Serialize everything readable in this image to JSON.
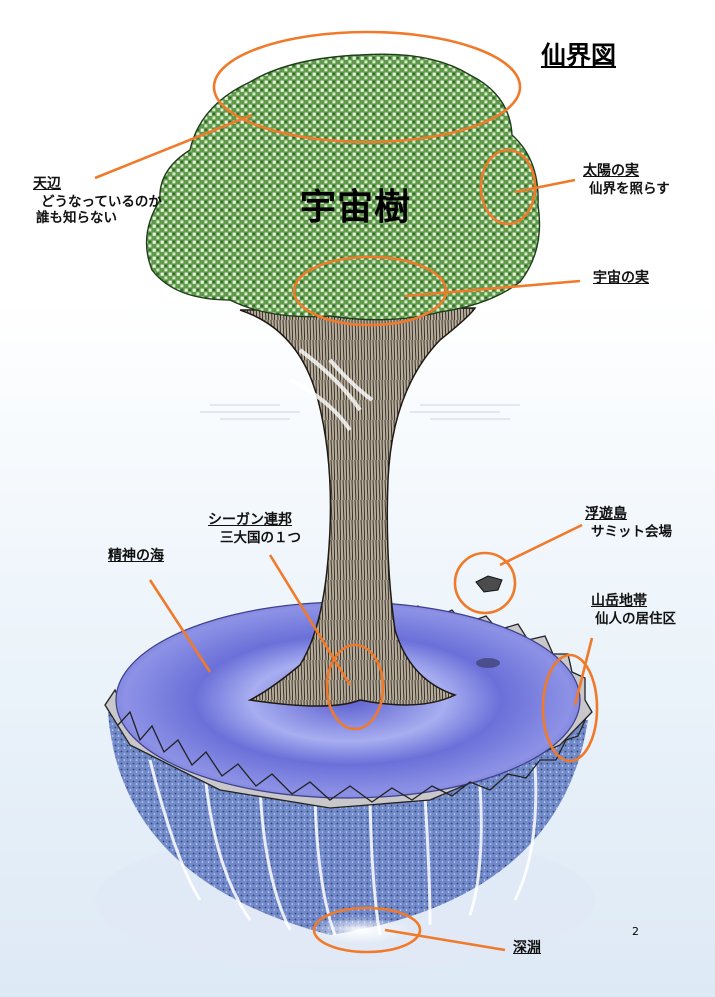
{
  "title": "仙界図",
  "tree_name": "宇宙樹",
  "page_number": "2",
  "colors": {
    "leader": "#f07a2a",
    "canopy": "#4f8f3e",
    "sea": "#6f74d6",
    "trunk": "#8a8070",
    "abyss": "#3b58a8"
  },
  "labels": {
    "tenpen": {
      "heading": "天辺",
      "lines": [
        "どうなっているのか",
        "誰も知らない"
      ]
    },
    "sun_fruit": {
      "heading": "太陽の実",
      "lines": [
        "仙界を照らす"
      ]
    },
    "cosmic_fruit": {
      "heading": "宇宙の実"
    },
    "floating_island": {
      "heading": "浮遊島",
      "lines": [
        "サミット会場"
      ]
    },
    "shiigan": {
      "heading": "シーガン連邦",
      "lines": [
        "三大国の１つ"
      ]
    },
    "spirit_sea": {
      "heading": "精神の海"
    },
    "mountains": {
      "heading": "山岳地帯",
      "lines": [
        "仙人の居住区"
      ]
    },
    "abyss": {
      "heading": "深淵"
    }
  }
}
